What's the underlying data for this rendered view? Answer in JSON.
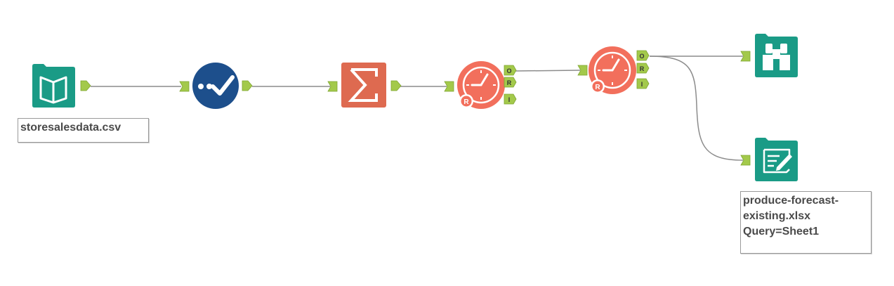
{
  "canvas": {
    "background": "#ffffff"
  },
  "colors": {
    "teal": "#1a9b86",
    "navy": "#1d4f8c",
    "summarize": "#de6a50",
    "r_tool": "#f26f5c",
    "anchor": "#a3c94b",
    "connector": "#8c8c8c"
  },
  "tools": {
    "input": {
      "icon": "book-icon",
      "annotation": "storesalesdata.csv"
    },
    "select": {
      "icon": "checkmark-icon"
    },
    "summarize": {
      "icon": "sigma-icon"
    },
    "r_tool_1": {
      "icon": "r-clock-icon",
      "output_anchors": [
        "O",
        "R",
        "I"
      ]
    },
    "r_tool_2": {
      "icon": "r-clock-icon",
      "output_anchors": [
        "O",
        "R",
        "I"
      ]
    },
    "browse": {
      "icon": "binoculars-icon"
    },
    "output": {
      "icon": "write-document-icon",
      "annotation_lines": [
        "produce-forecast-",
        "existing.xlsx",
        "Query=Sheet1"
      ]
    }
  }
}
